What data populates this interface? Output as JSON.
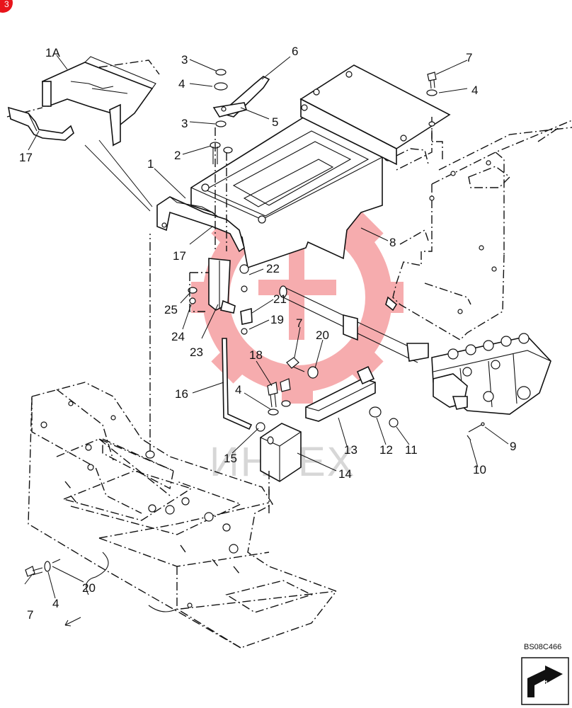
{
  "diagram": {
    "drawing_code": "BS08C466",
    "watermark_text": "ИНТЕХ",
    "colors": {
      "line": "#111111",
      "watermark_red": "#e8141b",
      "watermark_gray": "#b8b8b8",
      "badge": "#e8141b"
    },
    "labels": {
      "l1a": "1A",
      "l17a": "17",
      "l6": "6",
      "l3a": "3",
      "l4a": "4",
      "l5": "5",
      "l3b": "3",
      "l2": "2",
      "l1": "1",
      "l7a": "7",
      "l4b": "4",
      "l8": "8",
      "l17b": "17",
      "l22": "22",
      "l21": "21",
      "l25": "25",
      "l24": "24",
      "l19": "19",
      "l23": "23",
      "l7b": "7",
      "l20a": "20",
      "l18": "18",
      "l16": "16",
      "l4c": "4",
      "l13": "13",
      "l12": "12",
      "l11": "11",
      "l9": "9",
      "l10": "10",
      "l15": "15",
      "l14": "14",
      "l20b": "20",
      "l7c": "7",
      "l4d": "4"
    },
    "icons": [
      "corner-badge-icon",
      "front-direction-arrow-icon",
      "view-orientation-icon"
    ]
  }
}
